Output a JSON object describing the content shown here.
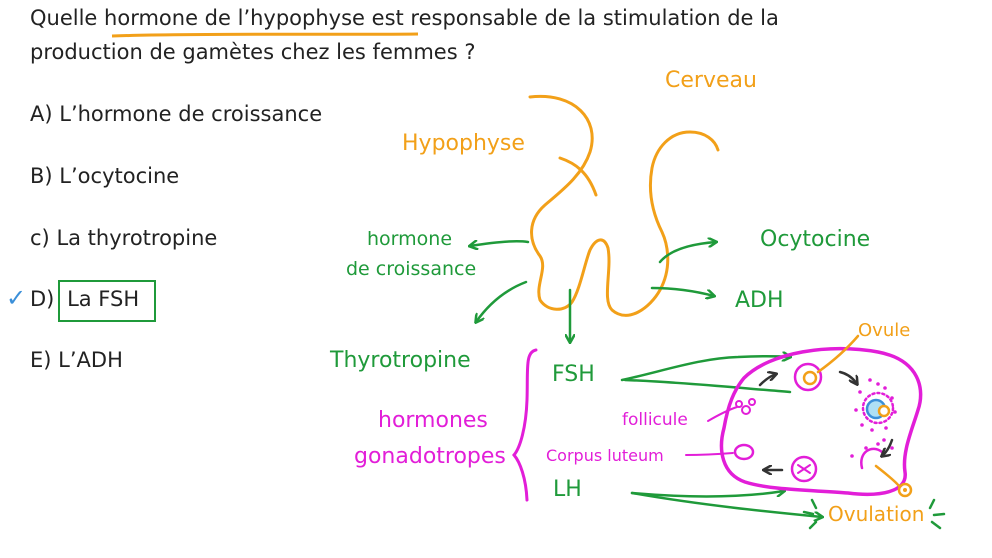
{
  "question": {
    "line1_a": "Quelle",
    "line1_b": "hormone de l’hypophyse",
    "line1_c": "est responsable de la stimulation de la",
    "line2": "production de gamètes chez les femmes ?"
  },
  "answers": [
    {
      "letter": "A)",
      "text": "L’hormone de croissance"
    },
    {
      "letter": "B)",
      "text": "L’ocytocine"
    },
    {
      "letter": "c)",
      "text": "La thyrotropine"
    },
    {
      "letter": "D)",
      "text": "La FSH",
      "correct": true
    },
    {
      "letter": "E)",
      "text": "L’ADH"
    }
  ],
  "check_mark": "✓",
  "diagram": {
    "cerveau": "Cerveau",
    "hypophyse": "Hypophyse",
    "hormone_croissance_1": "hormone",
    "hormone_croissance_2": "de croissance",
    "ocytocine": "Ocytocine",
    "adh": "ADH",
    "thyrotropine": "Thyrotropine",
    "gonadotropes_1": "hormones",
    "gonadotropes_2": "gonadotropes",
    "fsh": "FSH",
    "lh": "LH",
    "follicule": "follicule",
    "corpus_luteum": "Corpus luteum",
    "ovule": "Ovule",
    "ovulation": "Ovulation"
  },
  "colors": {
    "orange": "#f2a019",
    "green": "#1f9a3a",
    "magenta": "#e21ed8",
    "check": "#3b8fd9"
  }
}
